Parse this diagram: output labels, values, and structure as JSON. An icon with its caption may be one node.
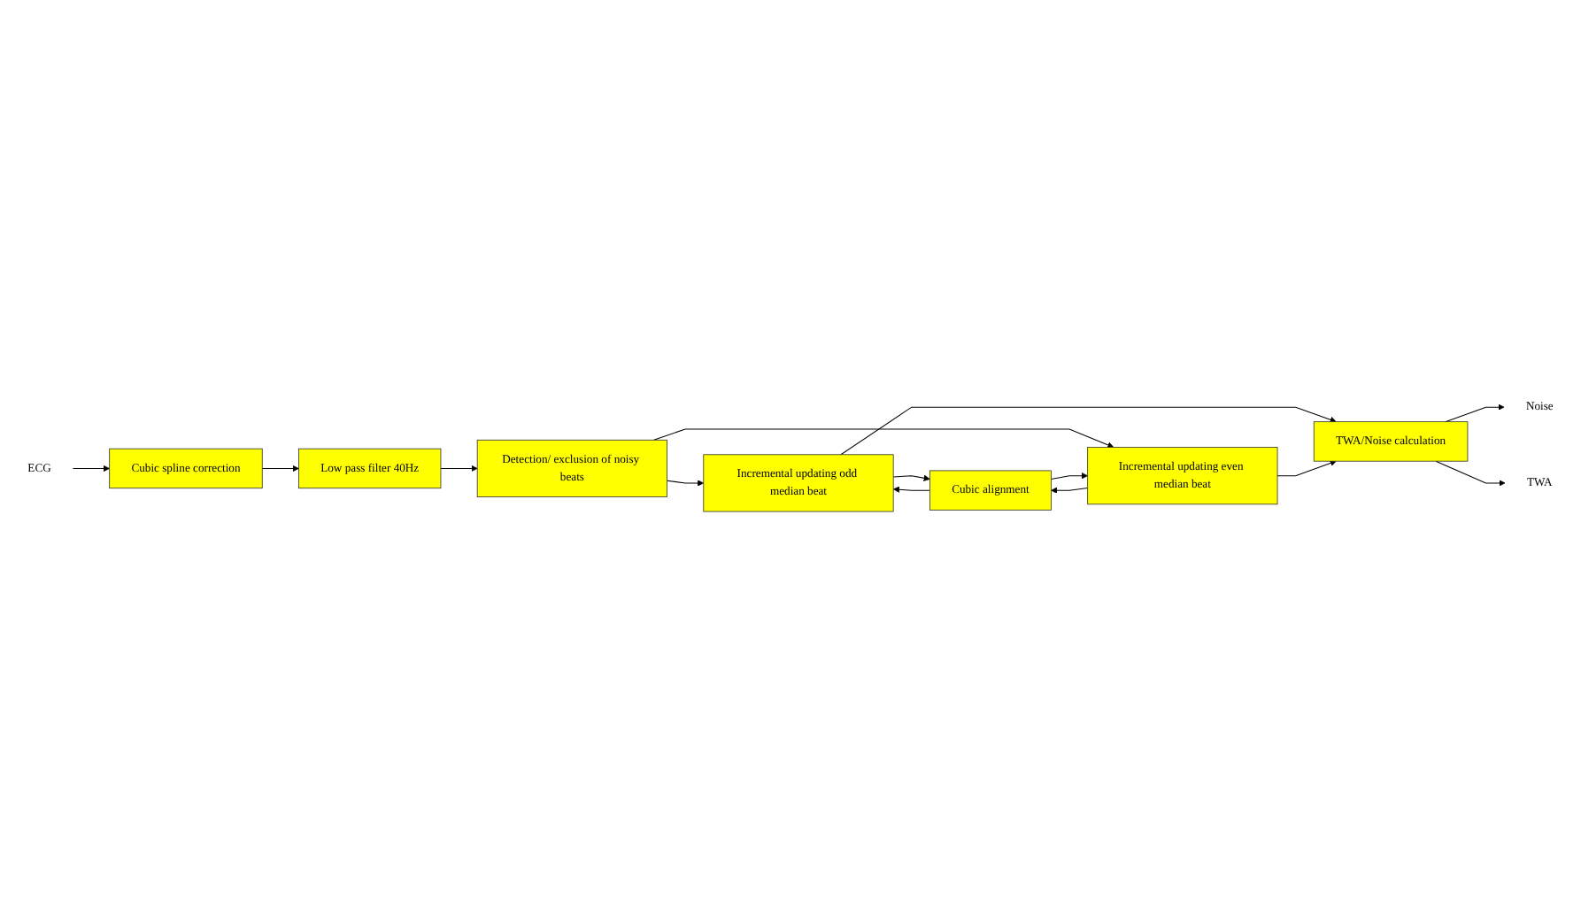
{
  "diagram": {
    "nodes": [
      {
        "text": [
          "ECG"
        ]
      },
      {
        "text": [
          "Cubic spline correction"
        ]
      },
      {
        "text": [
          "Low pass filter 40Hz"
        ]
      },
      {
        "text": [
          "Detection/ exclusion of noisy beats"
        ]
      },
      {
        "text": [
          "Incremental updating odd median beat"
        ]
      },
      {
        "text": [
          "Cubic alignment"
        ]
      },
      {
        "text": [
          "Incremental updating even median beat"
        ]
      },
      {
        "text": [
          "TWA/Noise calculation"
        ]
      },
      {
        "text": [
          "Noise"
        ]
      },
      {
        "text": [
          "TWA"
        ]
      }
    ],
    "edges": [
      {
        "from": 0,
        "to": 1,
        "arrow": "to"
      },
      {
        "from": 1,
        "to": 2,
        "arrow": "to"
      },
      {
        "from": 2,
        "to": 3,
        "arrow": "to"
      },
      {
        "from": 3,
        "to": 4,
        "arrow": "to"
      },
      {
        "from": 3,
        "to": 6,
        "arrow": "to"
      },
      {
        "from": 5,
        "to": 4,
        "arrow": "to"
      },
      {
        "from": 5,
        "to": 6,
        "arrow": "to"
      },
      {
        "from": 4,
        "to": 5,
        "arrow": "to"
      },
      {
        "from": 6,
        "to": 5,
        "arrow": "to"
      },
      {
        "from": 4,
        "to": 7,
        "arrow": "to"
      },
      {
        "from": 6,
        "to": 7,
        "arrow": "to"
      },
      {
        "from": 7,
        "to": 8,
        "arrow": "to"
      },
      {
        "from": 7,
        "to": 9,
        "arrow": "to"
      }
    ]
  }
}
